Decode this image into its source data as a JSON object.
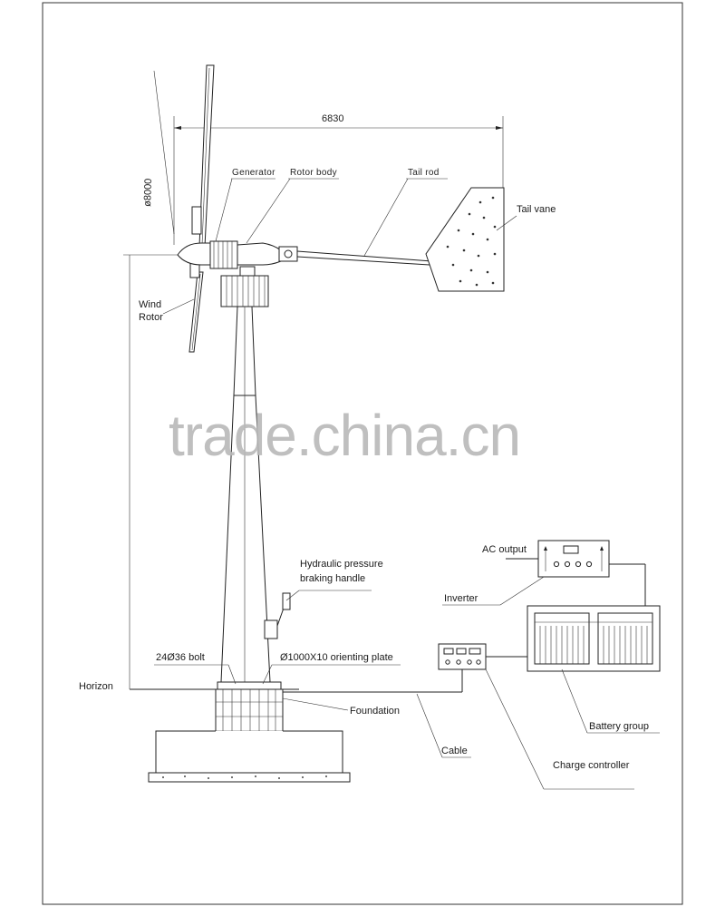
{
  "dimensions": {
    "span": "6830",
    "rotor_diameter": "ø8000"
  },
  "labels": {
    "generator": "Generator",
    "rotor_body": "Rotor body",
    "tail_rod": "Tail rod",
    "tail_vane": "Tail vane",
    "wind_rotor_1": "Wind",
    "wind_rotor_2": "Rotor",
    "hydraulic_1": "Hydraulic pressure",
    "hydraulic_2": "braking handle",
    "bolt": "24Ø36 bolt",
    "orienting_plate": "Ø1000X10 orienting plate",
    "horizon": "Horizon",
    "foundation": "Foundation",
    "cable": "Cable",
    "charge_controller": "Charge controller",
    "battery_group": "Battery group",
    "inverter": "Inverter",
    "ac_output": "AC output"
  },
  "watermark": "trade.china.cn"
}
